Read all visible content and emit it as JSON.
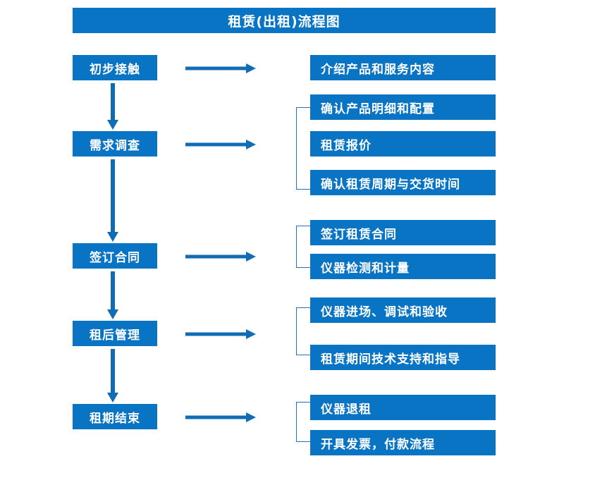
{
  "diagram": {
    "title": "租赁(出租)流程图",
    "accent_color": "#0a74c4",
    "bracket_color": "#2a6fb5",
    "stages": [
      {
        "label": "初步接触"
      },
      {
        "label": "需求调查"
      },
      {
        "label": "签订合同"
      },
      {
        "label": "租后管理"
      },
      {
        "label": "租期结束"
      }
    ],
    "details": [
      {
        "label": "介绍产品和服务内容"
      },
      {
        "label": "确认产品明细和配置"
      },
      {
        "label": "租赁报价"
      },
      {
        "label": "确认租赁周期与交货时间"
      },
      {
        "label": "签订租赁合同"
      },
      {
        "label": "仪器检测和计量"
      },
      {
        "label": "仪器进场、调试和验收"
      },
      {
        "label": "租赁期间技术支持和指导"
      },
      {
        "label": "仪器退租"
      },
      {
        "label": "开具发票，付款流程"
      }
    ]
  }
}
